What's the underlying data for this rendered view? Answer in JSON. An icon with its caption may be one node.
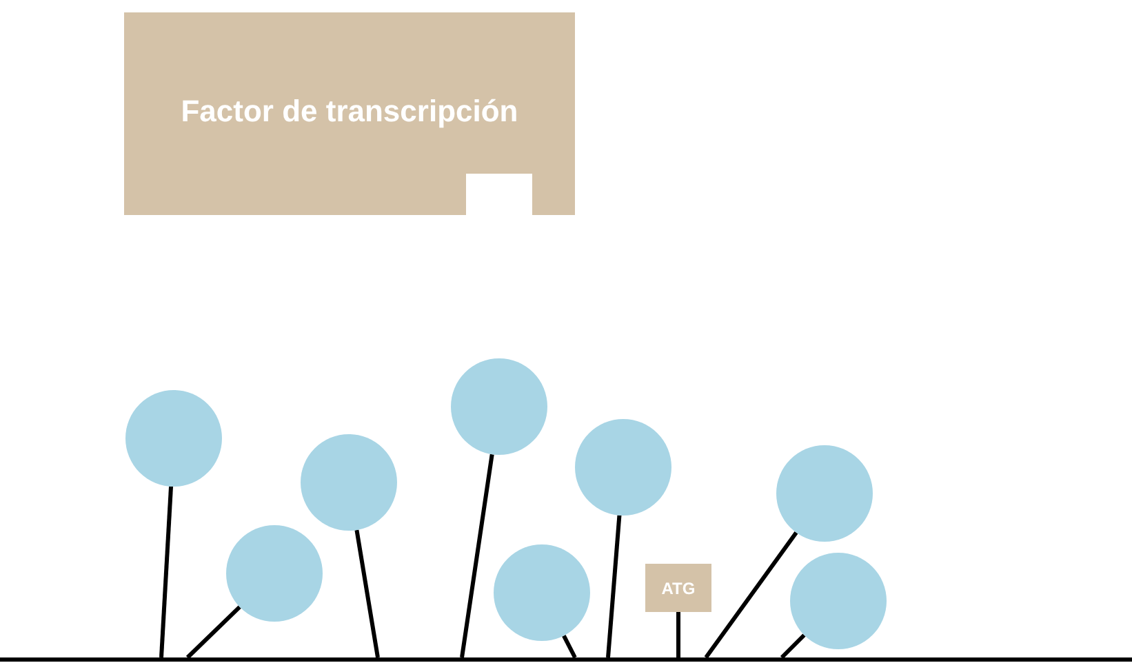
{
  "diagram": {
    "nodes": [
      {
        "text": [
          "Factor de transcripción"
        ]
      },
      {
        "text": [],
        "shape": "circle"
      },
      {
        "text": [],
        "shape": "circle"
      },
      {
        "text": [],
        "shape": "circle"
      },
      {
        "text": [],
        "shape": "circle"
      },
      {
        "text": [],
        "shape": "circle"
      },
      {
        "text": [],
        "shape": "circle"
      },
      {
        "text": [],
        "shape": "circle"
      },
      {
        "text": [],
        "shape": "circle"
      },
      {
        "text": [
          "ATG"
        ]
      },
      {
        "text": [],
        "shape": "bar"
      }
    ],
    "edges": [
      {
        "from": 1,
        "to": 10,
        "arrow": "none"
      },
      {
        "from": 2,
        "to": 10,
        "arrow": "none"
      },
      {
        "from": 3,
        "to": 10,
        "arrow": "none"
      },
      {
        "from": 4,
        "to": 10,
        "arrow": "none"
      },
      {
        "from": 5,
        "to": 10,
        "arrow": "none"
      },
      {
        "from": 6,
        "to": 10,
        "arrow": "none"
      },
      {
        "from": 9,
        "to": 10,
        "arrow": "none"
      },
      {
        "from": 7,
        "to": 10,
        "arrow": "none"
      },
      {
        "from": 8,
        "to": 10,
        "arrow": "none"
      }
    ]
  }
}
